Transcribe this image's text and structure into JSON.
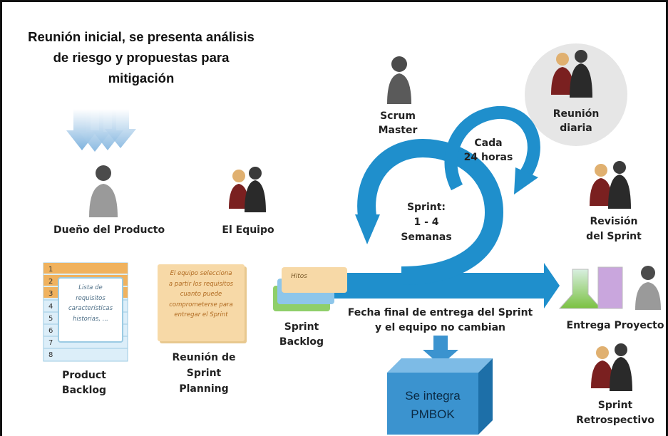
{
  "intro": {
    "lines": [
      "Reunión inicial, se presenta análisis",
      "de riesgo y propuestas para",
      "mitigación"
    ]
  },
  "roles": {
    "product_owner": "Dueño del Producto",
    "team": "El Equipo",
    "scrum_master": [
      "Scrum",
      "Master"
    ],
    "daily_meeting": [
      "Reunión",
      "diaria"
    ],
    "sprint_review": [
      "Revisión",
      "del Sprint"
    ],
    "delivery": "Entrega Proyecto",
    "retrospective": [
      "Sprint",
      "Retrospectivo"
    ]
  },
  "cycles": {
    "daily": [
      "Cada",
      "24 horas"
    ],
    "sprint": [
      "Sprint:",
      "1 - 4",
      "Semanas"
    ]
  },
  "product_backlog": {
    "title": [
      "Product",
      "Backlog"
    ],
    "row_numbers": [
      "1",
      "2",
      "3",
      "4",
      "5",
      "6",
      "7",
      "8"
    ],
    "note": [
      "Lista de",
      "requisitos",
      "características",
      "historias, ..."
    ]
  },
  "sprint_planning": {
    "title": [
      "Reunión de",
      "Sprint",
      "Planning"
    ],
    "note": [
      "El equipo selecciona",
      "a partir los requisitos",
      "cuanto puede",
      "comprometerse para",
      "entregar el Sprint"
    ]
  },
  "sprint_backlog": {
    "title": [
      "Sprint",
      "Backlog"
    ],
    "card": "Hitos"
  },
  "fixed_date": [
    "Fecha final de entrega del Sprint",
    "y el equipo no cambian"
  ],
  "pmbok": [
    "Se integra",
    "PMBOK"
  ],
  "colors": {
    "arrow_blue": "#1f8fcc",
    "pmbok_blue": "#3b93cf",
    "note_orange": "#f7d9a7",
    "backlog_orange": "#f0b25e",
    "backlog_blue": "#dceef9"
  }
}
